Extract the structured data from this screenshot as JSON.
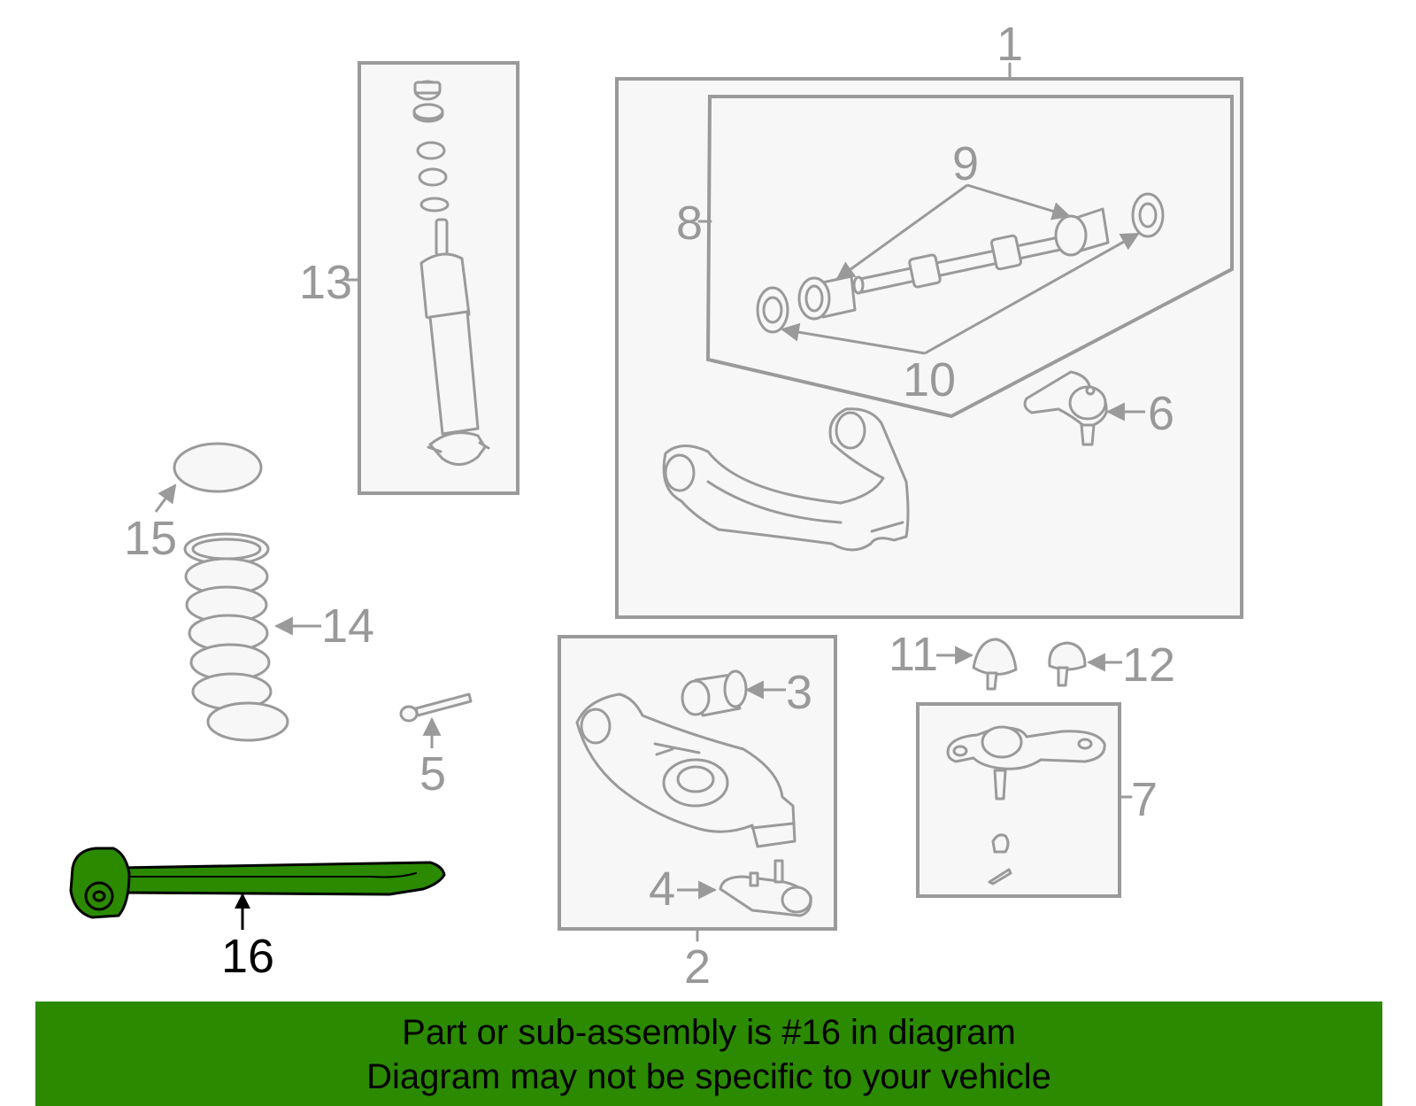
{
  "callouts": {
    "c1": "1",
    "c2": "2",
    "c3": "3",
    "c4": "4",
    "c5": "5",
    "c6": "6",
    "c7": "7",
    "c8": "8",
    "c9": "9",
    "c10": "10",
    "c11": "11",
    "c12": "12",
    "c13": "13",
    "c14": "14",
    "c15": "15",
    "c16": "16"
  },
  "highlighted_part": "16",
  "colors": {
    "highlight": "#2b8a00",
    "linework": "#9a9a9a",
    "box_fill": "#f7f7f7"
  },
  "banner": {
    "line1": "Part or sub-assembly is #16 in diagram",
    "line2": "Diagram may not be specific to your vehicle"
  }
}
